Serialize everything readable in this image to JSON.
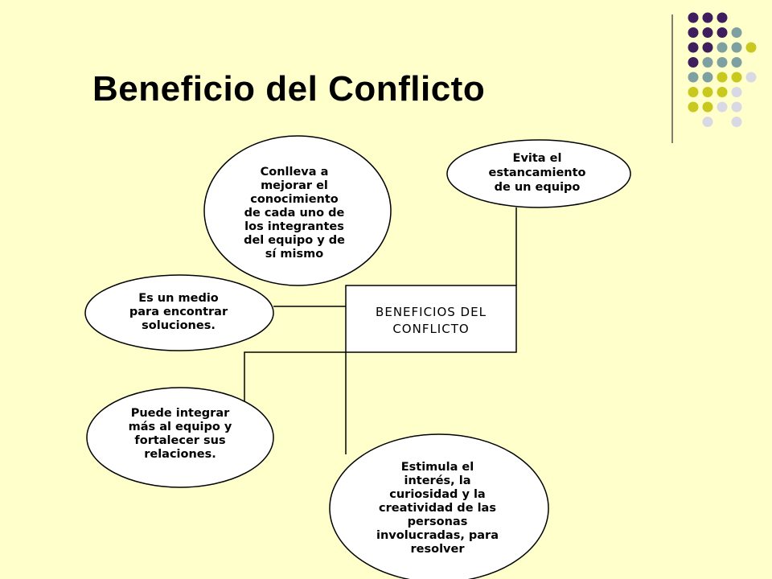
{
  "slide": {
    "title": "Beneficio del Conflicto"
  },
  "theme": {
    "background": "#FFFFCC",
    "dot_colors": [
      "#3F1E5E",
      "#7FA0A0",
      "#C8C81E",
      "#D9D9E6"
    ]
  },
  "diagram": {
    "center": {
      "lines": [
        "BENEFICIOS DEL",
        "CONFLICTO"
      ]
    },
    "nodes": [
      {
        "id": "conocimiento",
        "lines": [
          "Conlleva a",
          "mejorar el",
          "conocimiento",
          "de cada uno de",
          "los integrantes",
          "del equipo y de",
          "sí mismo"
        ]
      },
      {
        "id": "estancamiento",
        "lines": [
          "Evita el",
          "estancamiento",
          "de un equipo"
        ]
      },
      {
        "id": "soluciones",
        "lines": [
          "Es un medio",
          "para encontrar",
          "soluciones."
        ]
      },
      {
        "id": "integrar",
        "lines": [
          "Puede integrar",
          "más al equipo y",
          "fortalecer sus",
          "relaciones."
        ]
      },
      {
        "id": "interes",
        "lines": [
          "Estimula el",
          "interés, la",
          "curiosidad  y la",
          "creatividad de las",
          "personas",
          "involucradas, para",
          "resolver"
        ]
      }
    ]
  }
}
